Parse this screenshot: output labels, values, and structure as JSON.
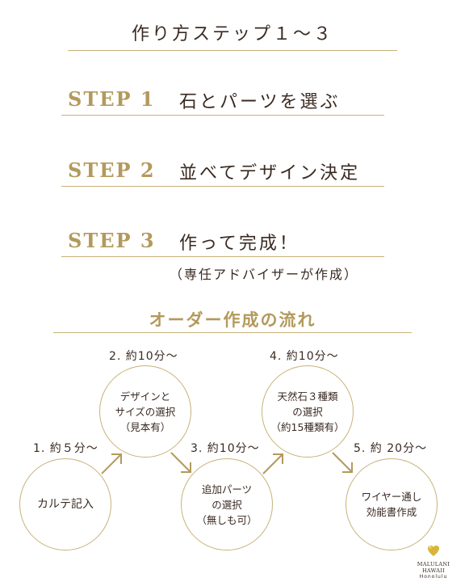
{
  "title": "作り方ステップ１〜３",
  "steps": [
    {
      "label": "STEP 1",
      "text": "石とパーツを選ぶ"
    },
    {
      "label": "STEP 2",
      "text": "並べてデザイン決定"
    },
    {
      "label": "STEP 3",
      "text": "作って完成！",
      "sub": "（専任アドバイザーが作成）"
    }
  ],
  "flow": {
    "title": "オーダー作成の流れ",
    "nodes": [
      {
        "time": "1. 約５分〜",
        "lines": [
          "カルテ記入"
        ]
      },
      {
        "time": "2. 約10分〜",
        "lines": [
          "デザインと",
          "サイズの選択",
          "（見本有）"
        ]
      },
      {
        "time": "3. 約10分〜",
        "lines": [
          "追加パーツ",
          "の選択",
          "（無しも可）"
        ]
      },
      {
        "time": "4. 約10分〜",
        "lines": [
          "天然石３種類",
          "の選択",
          "（約15種類有）"
        ]
      },
      {
        "time": "5. 約 20分〜",
        "lines": [
          "ワイヤー通し",
          "効能書作成"
        ]
      }
    ]
  },
  "logo": {
    "name": "MALULANI HAWAII",
    "city": "Honolulu",
    "color": "#d8b53a"
  },
  "colors": {
    "gold": "#b39a5c",
    "rule": "#c8b27a",
    "text": "#3a2a22"
  }
}
